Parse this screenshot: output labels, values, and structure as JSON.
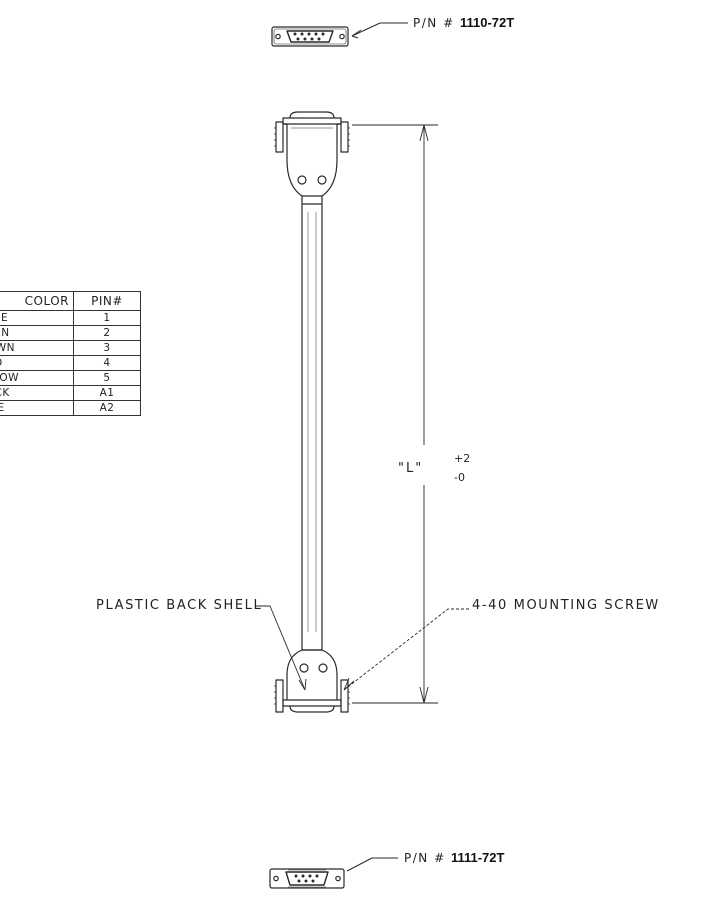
{
  "top_part": {
    "prefix": "P/N  #",
    "number": "1110-72T"
  },
  "bottom_part": {
    "prefix": "P/N  #",
    "number": "1111-72T"
  },
  "pin_table": {
    "headers": [
      "COLOR",
      "PIN#"
    ],
    "rows": [
      [
        "LUE",
        "1"
      ],
      [
        "EEN",
        "2"
      ],
      [
        "OWN",
        "3"
      ],
      [
        "ED",
        "4"
      ],
      [
        "LLOW",
        "5"
      ],
      [
        "ACK",
        "A1"
      ],
      [
        "ITE",
        "A2"
      ]
    ]
  },
  "length_label": "\"L\"",
  "tolerance_plus": "+2",
  "tolerance_minus": "-0",
  "callout_left": "PLASTIC BACK SHELL",
  "callout_right": "4-40 MOUNTING SCREW"
}
